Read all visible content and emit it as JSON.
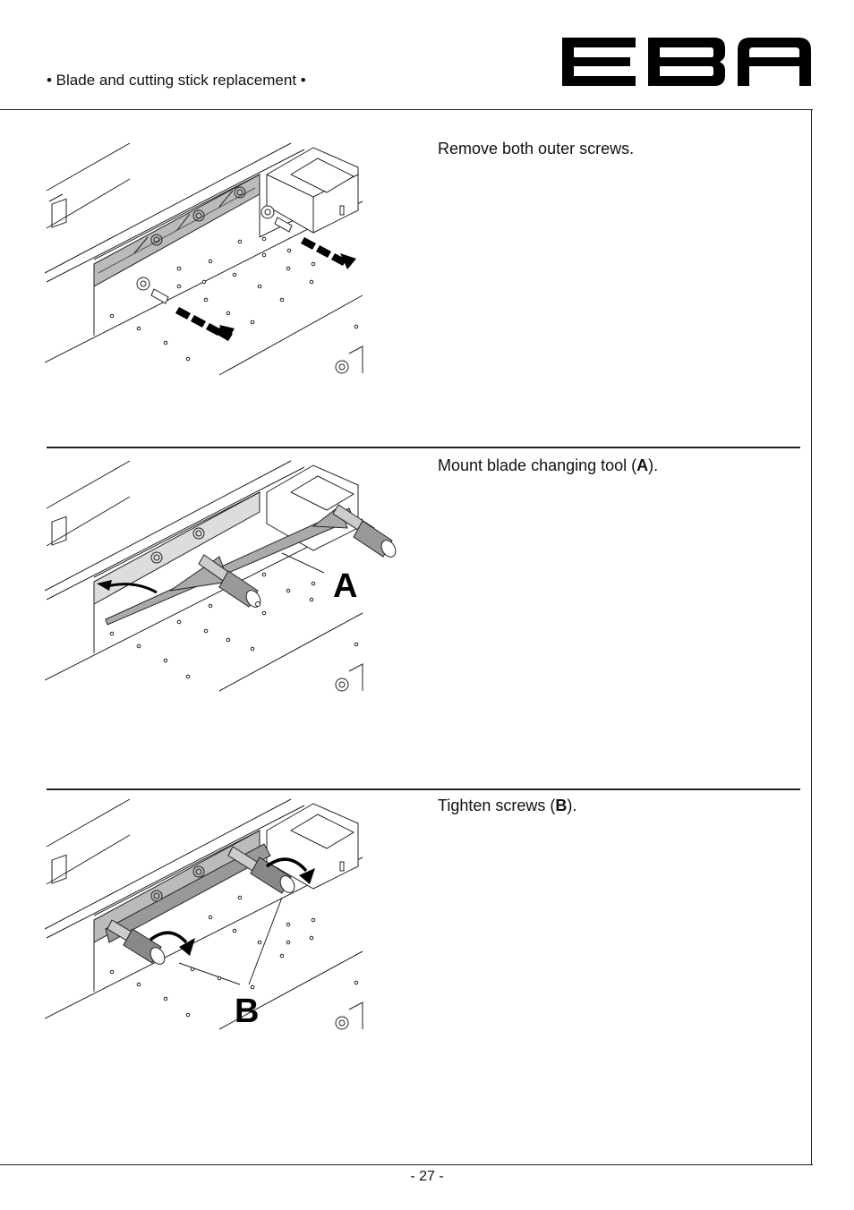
{
  "header": {
    "section_title": "• Blade and cutting stick replacement •",
    "logo_text": "EBA"
  },
  "steps": [
    {
      "text_before": "Remove both outer screws.",
      "label": "",
      "text_after": "",
      "illustration": "screws-removal-illustration"
    },
    {
      "text_before": "Mount blade changing tool (",
      "label": "A",
      "text_after": ").",
      "illustration": "blade-tool-illustration",
      "callout": "A"
    },
    {
      "text_before": "Tighten screws (",
      "label": "B",
      "text_after": ").",
      "illustration": "tighten-screws-illustration",
      "callout": "B"
    }
  ],
  "footer": {
    "page_number": "- 27 -"
  }
}
